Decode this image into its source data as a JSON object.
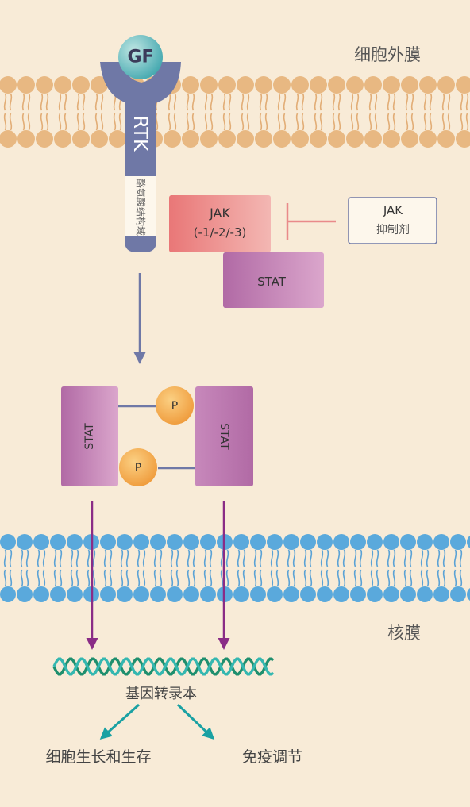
{
  "labels": {
    "cell_membrane": "细胞外膜",
    "nuclear_membrane": "核膜",
    "growth_factor": "GF",
    "receptor": "RTK",
    "kinase_domain": "酪氨酸结构域",
    "jak_line1": "JAK",
    "jak_line2": "(-1/-2/-3)",
    "stat": "STAT",
    "phosphate": "P",
    "inhibitor_line1": "JAK",
    "inhibitor_line2": "抑制剂",
    "gene_transcription": "基因转录本",
    "outcome_growth": "细胞生长和生存",
    "outcome_immune": "免疫调节"
  },
  "colors": {
    "background": "#f8ebd7",
    "membrane_outer": "#e8b882",
    "membrane_nuclear": "#5aa9dc",
    "receptor": "#6f78a6",
    "gf": "#5fb8b8",
    "jak": "#ec8e8e",
    "stat": "#b774ab",
    "phosphate": "#f2a64a",
    "arrow_purple": "#8a2c86",
    "arrow_teal": "#1aa1a3"
  }
}
